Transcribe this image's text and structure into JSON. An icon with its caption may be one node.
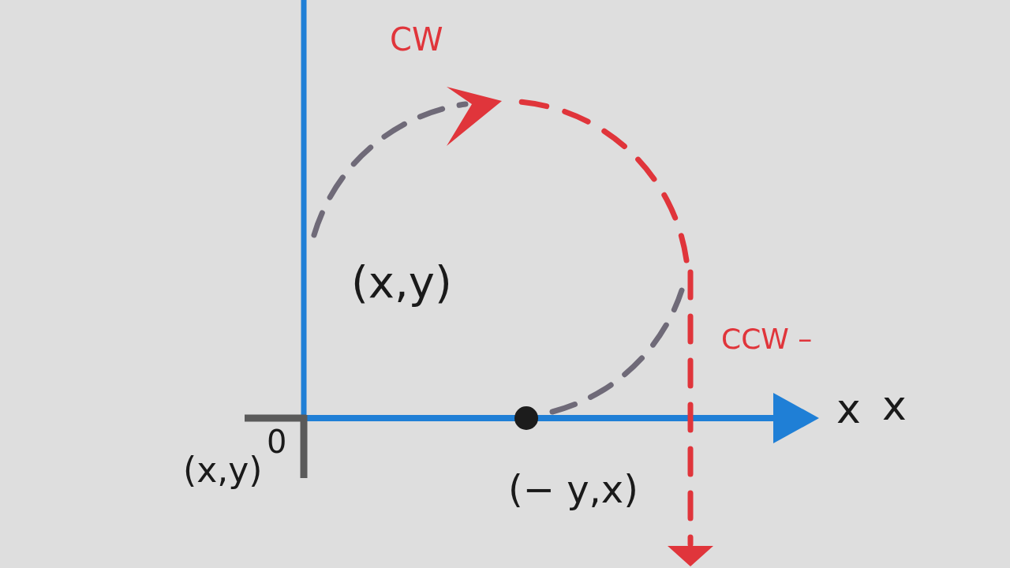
{
  "diagram": {
    "labels": [
      "CW",
      "(x,y)",
      "CCW –",
      "x",
      "x",
      "0",
      "(x,y)",
      "(− y,x)"
    ]
  }
}
